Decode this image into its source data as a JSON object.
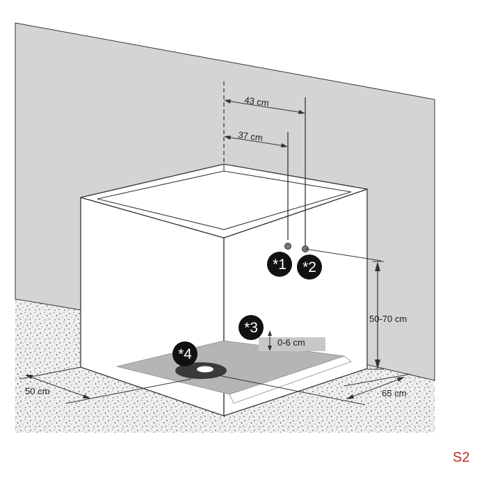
{
  "dimensions": {
    "width_outer": "43 cm",
    "width_inner": "37 cm",
    "height_range": "50-70 cm",
    "drain_offset": "0-6 cm",
    "left_depth": "50 cm",
    "right_depth": "65 cm"
  },
  "markers": [
    {
      "label": "*1"
    },
    {
      "label": "*2"
    },
    {
      "label": "*3"
    },
    {
      "label": "*4"
    }
  ],
  "figure_code": "S2",
  "colors": {
    "wall": "#d4d4d4",
    "floor": "#ececec",
    "outline": "#333333",
    "badge": "#111111",
    "code": "#c62828"
  }
}
